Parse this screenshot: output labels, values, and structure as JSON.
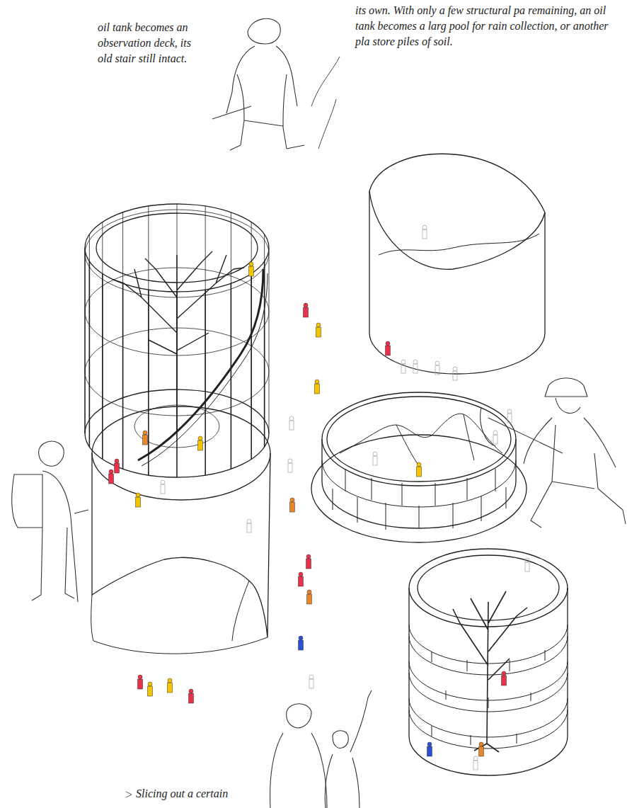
{
  "diagram": {
    "labels": [
      "oil tank becomes an observation deck, its old stair still intact.",
      "its own. With only a few structural pa remaining, an oil tank becomes a larg pool for rain collection, or another pla store piles of soil.",
      "Slicing out a certain"
    ]
  }
}
